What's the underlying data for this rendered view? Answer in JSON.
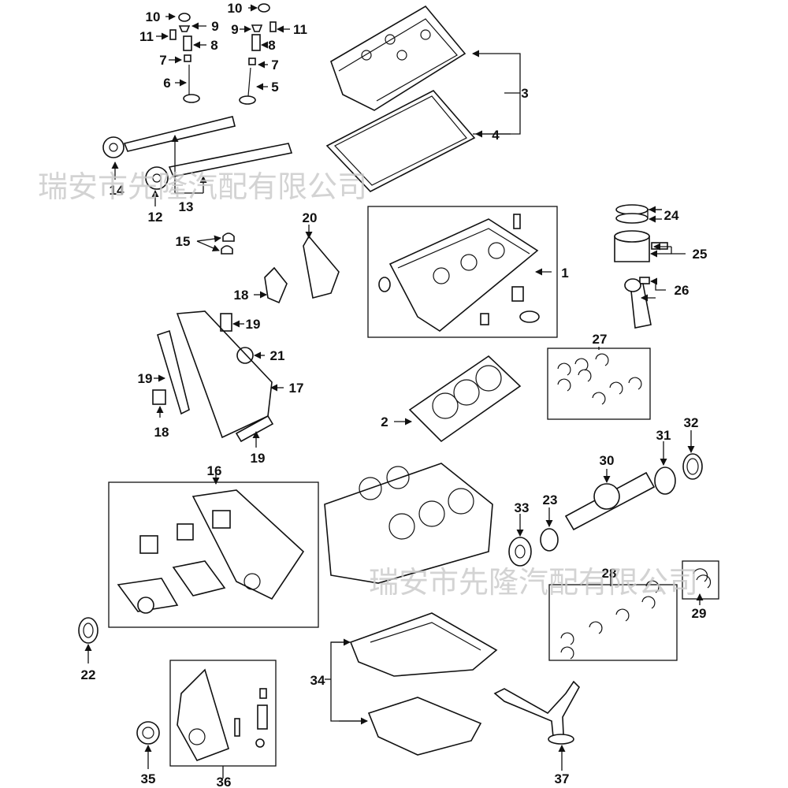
{
  "watermarks": [
    "瑞安市先隆汽配有限公司",
    "瑞安市先隆汽配有限公司"
  ],
  "callouts": [
    "1",
    "2",
    "3",
    "4",
    "5",
    "6",
    "7",
    "7",
    "8",
    "8",
    "9",
    "9",
    "10",
    "10",
    "11",
    "11",
    "12",
    "13",
    "14",
    "15",
    "16",
    "17",
    "18",
    "18",
    "19",
    "19",
    "19",
    "20",
    "21",
    "22",
    "23",
    "24",
    "25",
    "26",
    "27",
    "28",
    "29",
    "30",
    "31",
    "32",
    "33",
    "34",
    "35",
    "36",
    "37"
  ],
  "colors": {
    "line": "#111111",
    "watermark": "#c9c9c9",
    "background": "#ffffff"
  }
}
